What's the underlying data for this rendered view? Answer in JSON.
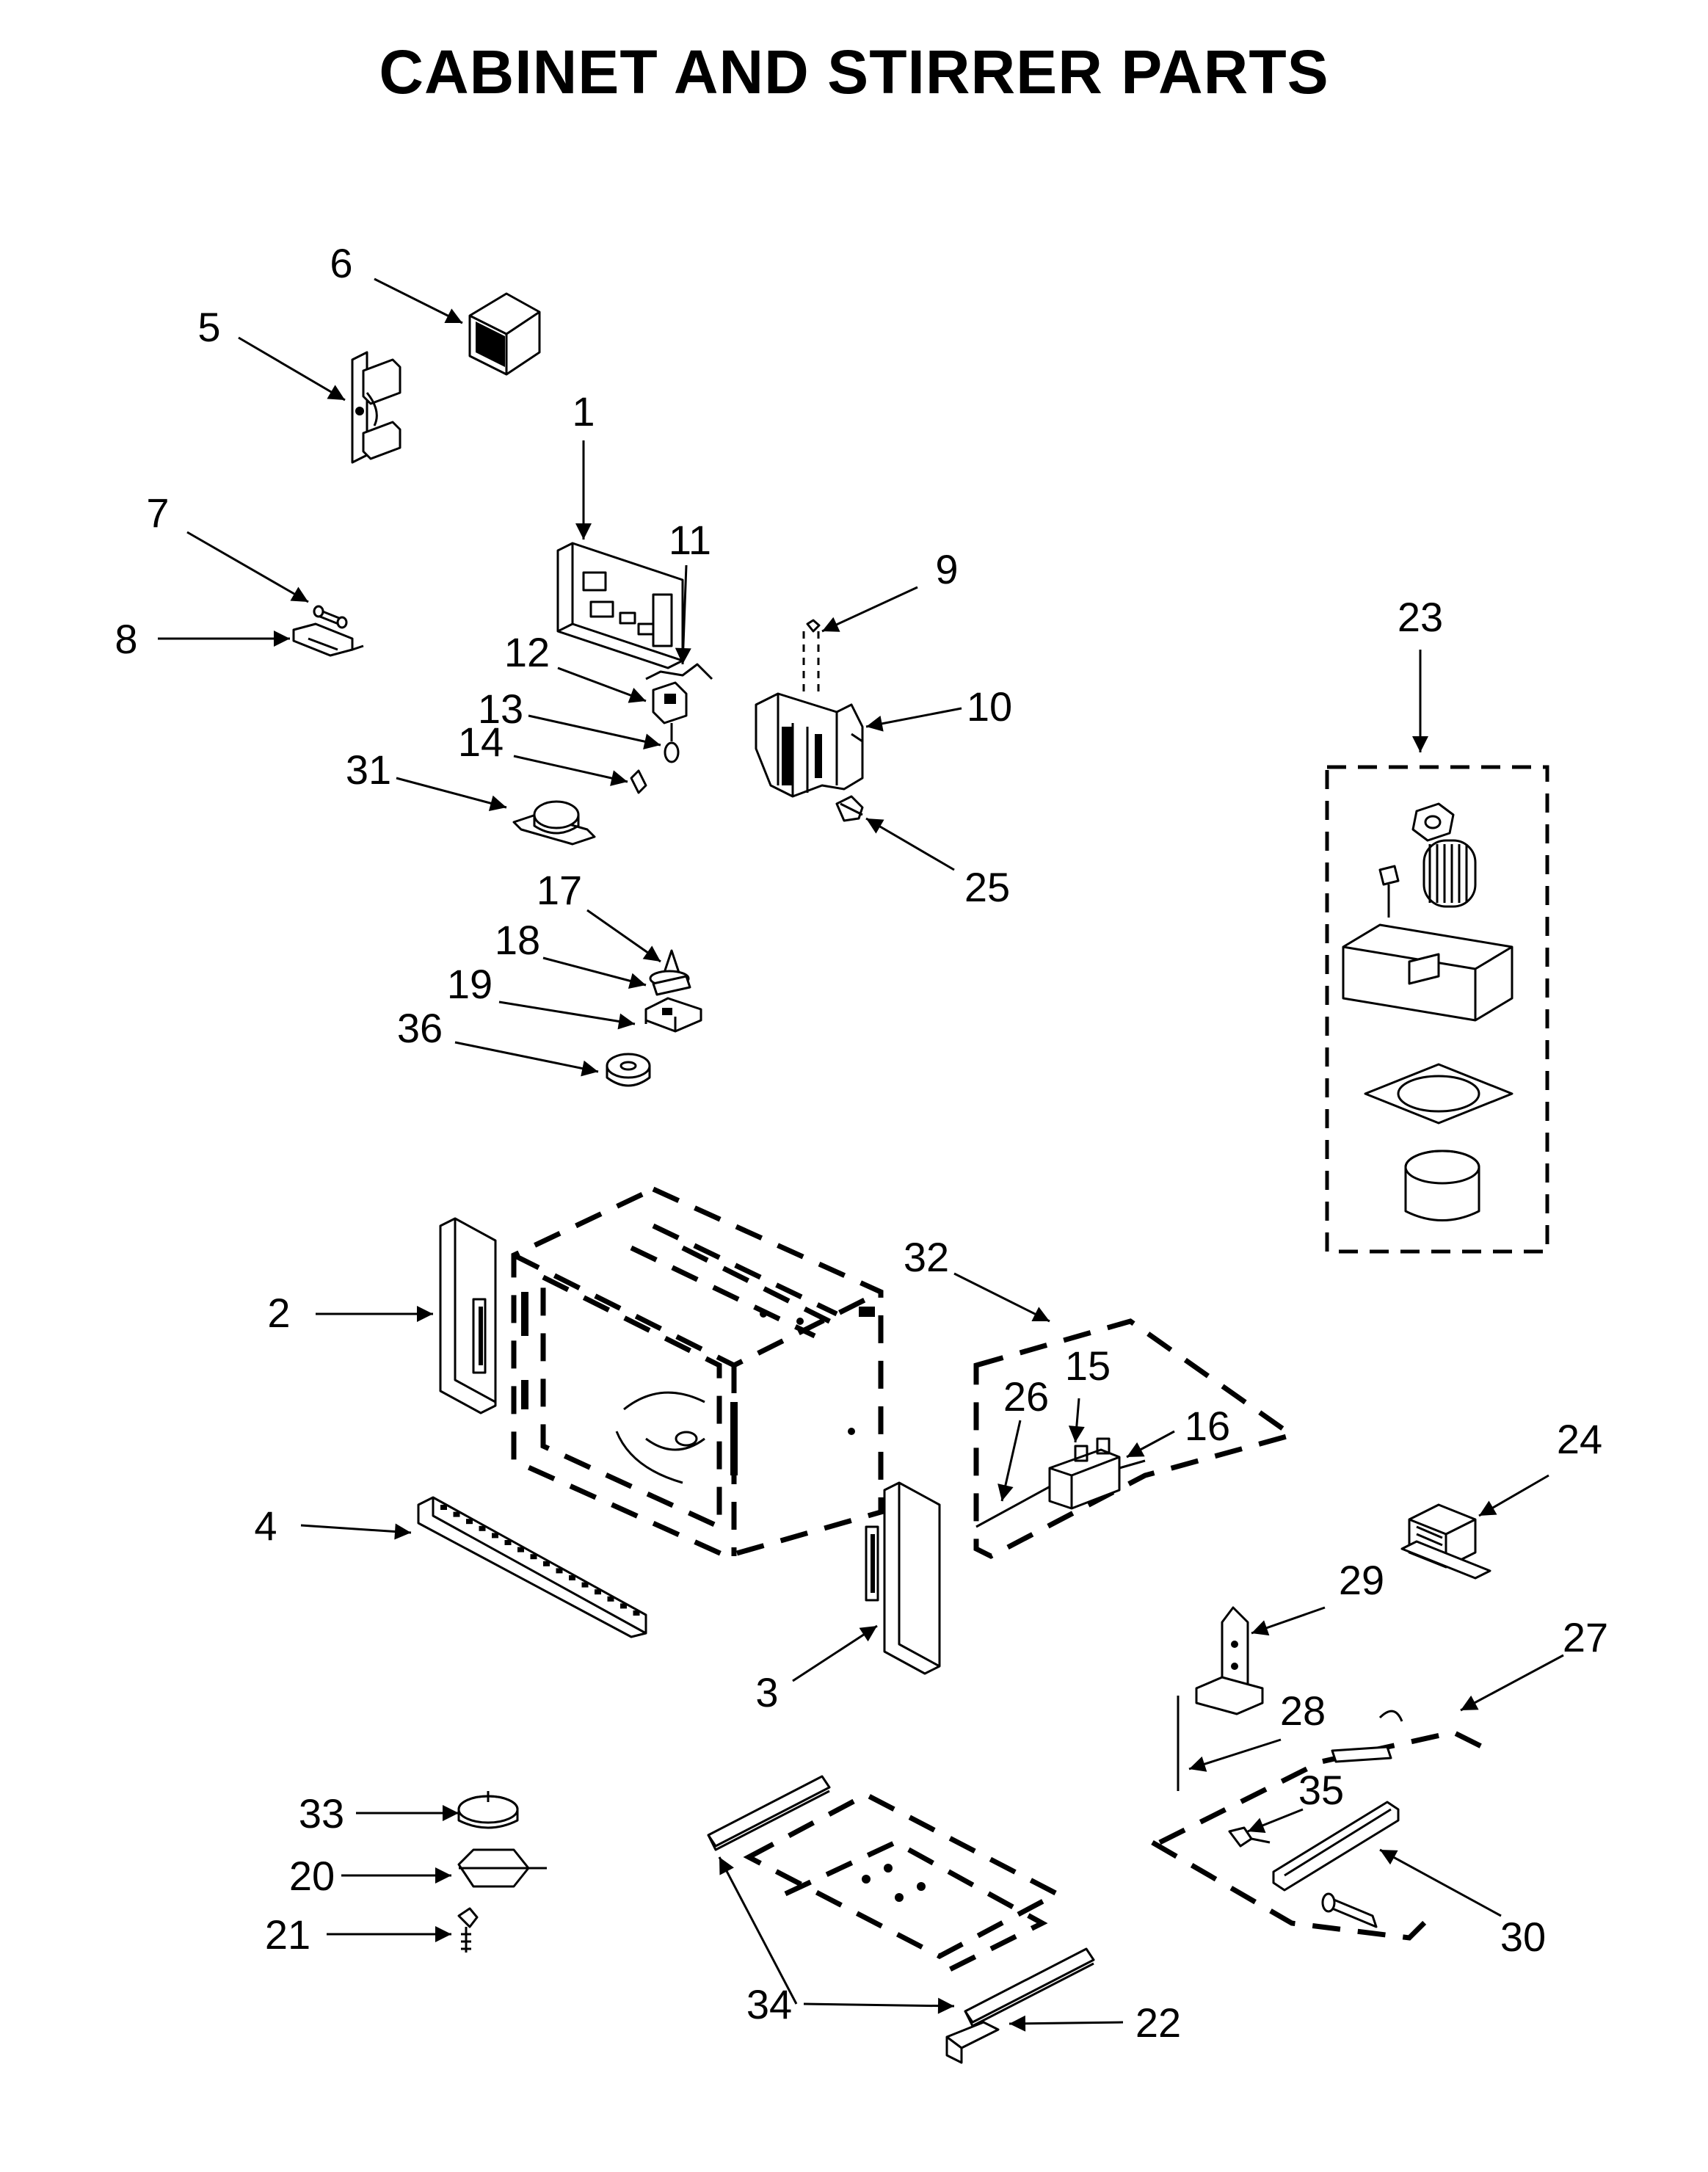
{
  "title": "CABINET AND STIRRER PARTS",
  "parts": [
    {
      "label": "1",
      "part": "control-board"
    },
    {
      "label": "2",
      "part": "side-trim-left"
    },
    {
      "label": "3",
      "part": "side-trim-right"
    },
    {
      "label": "4",
      "part": "bottom-vent-rail"
    },
    {
      "label": "5",
      "part": "relay-board"
    },
    {
      "label": "6",
      "part": "switch-block"
    },
    {
      "label": "7",
      "part": "fuse"
    },
    {
      "label": "8",
      "part": "fuse-holder"
    },
    {
      "label": "9",
      "part": "transformer-lead"
    },
    {
      "label": "10",
      "part": "transformer"
    },
    {
      "label": "11",
      "part": "wire-clip"
    },
    {
      "label": "12",
      "part": "interlock-bracket"
    },
    {
      "label": "13",
      "part": "thermal-fuse"
    },
    {
      "label": "14",
      "part": "clip"
    },
    {
      "label": "15",
      "part": "terminal-block"
    },
    {
      "label": "16",
      "part": "bracket"
    },
    {
      "label": "17",
      "part": "stirrer-cone"
    },
    {
      "label": "18",
      "part": "washer"
    },
    {
      "label": "19",
      "part": "stirrer-bracket"
    },
    {
      "label": "20",
      "part": "stirrer-motor"
    },
    {
      "label": "21",
      "part": "screw"
    },
    {
      "label": "22",
      "part": "clip-bracket"
    },
    {
      "label": "23",
      "part": "fan-assembly"
    },
    {
      "label": "24",
      "part": "relay"
    },
    {
      "label": "25",
      "part": "screw"
    },
    {
      "label": "26",
      "part": "rod"
    },
    {
      "label": "27",
      "part": "hinge-assembly"
    },
    {
      "label": "28",
      "part": "spring-wire"
    },
    {
      "label": "29",
      "part": "hinge-bracket"
    },
    {
      "label": "30",
      "part": "hinge-arm"
    },
    {
      "label": "31",
      "part": "thermostat"
    },
    {
      "label": "32",
      "part": "bracket-assembly"
    },
    {
      "label": "33",
      "part": "coupler"
    },
    {
      "label": "34",
      "part": "slide-rails"
    },
    {
      "label": "35",
      "part": "screw"
    },
    {
      "label": "36",
      "part": "grommet"
    }
  ]
}
